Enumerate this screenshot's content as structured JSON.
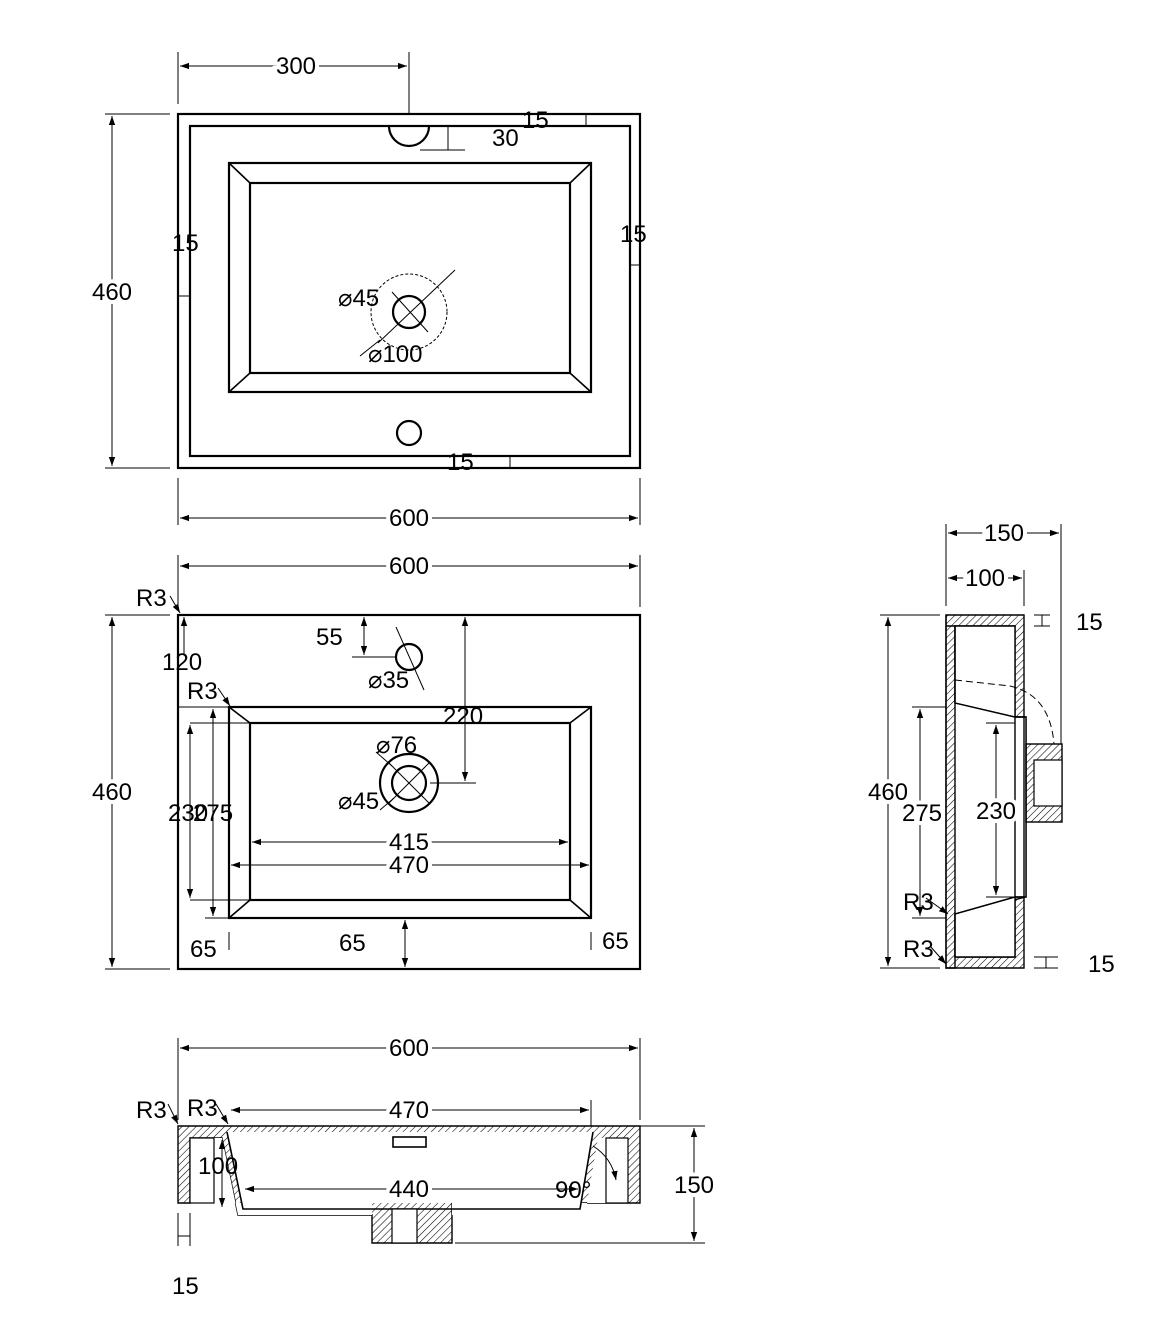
{
  "drawing": {
    "top_view": {
      "w_300": "300",
      "h_30": "30",
      "h_15_top": "15",
      "left_15": "15",
      "right_15": "15",
      "h_460": "460",
      "dia_45": "⌀45",
      "dia_100": "⌀100",
      "bottom_15": "15",
      "w_600": "600"
    },
    "plan_view": {
      "w_600": "600",
      "r3_a": "R3",
      "h_55": "55",
      "h_120": "120",
      "r3_b": "R3",
      "dia_35": "⌀35",
      "h_220": "220",
      "dia_76": "⌀76",
      "h_460": "460",
      "h_230": "230",
      "h_275": "275",
      "dia_45": "⌀45",
      "w_415": "415",
      "w_470": "470",
      "m_65_left": "65",
      "m_65_mid": "65",
      "m_65_right": "65"
    },
    "side_view": {
      "w_150": "150",
      "w_100": "100",
      "t_15_top": "15",
      "h_460": "460",
      "h_275": "275",
      "h_230": "230",
      "r3_a": "R3",
      "r3_b": "R3",
      "t_15_bottom": "15"
    },
    "front_view": {
      "w_600": "600",
      "r3_a": "R3",
      "r3_b": "R3",
      "w_470": "470",
      "h_100": "100",
      "w_440": "440",
      "angle_90": "90°",
      "h_150": "150",
      "t_15": "15"
    }
  }
}
